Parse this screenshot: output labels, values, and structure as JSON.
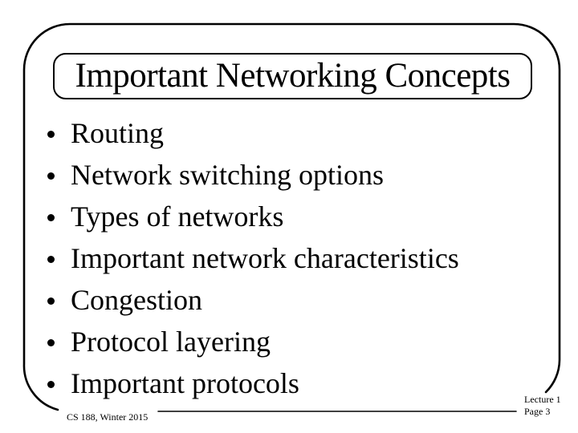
{
  "slide": {
    "title": "Important Networking Concepts",
    "bullets": [
      "Routing",
      "Network switching options",
      "Types of networks",
      "Important network characteristics",
      "Congestion",
      "Protocol layering",
      "Important protocols"
    ],
    "footer": {
      "course": "CS 188, Winter 2015",
      "lecture": "Lecture 1",
      "page": "Page 3"
    },
    "icons": {
      "bullet": "filled-circle-dot"
    },
    "colors": {
      "background": "#ffffff",
      "ink": "#000000"
    }
  }
}
